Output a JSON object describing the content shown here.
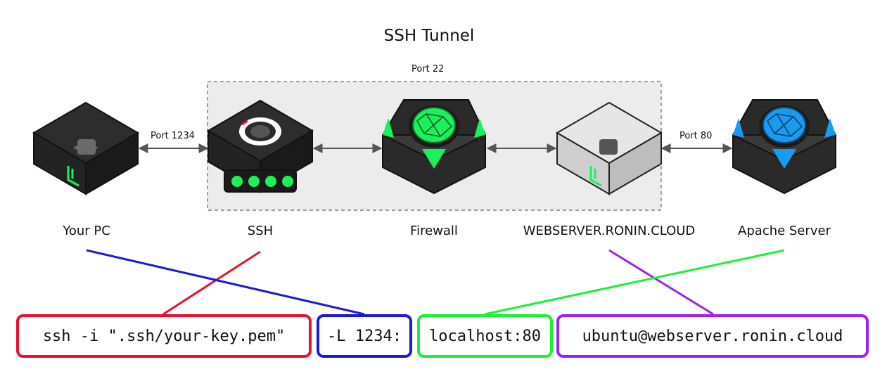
{
  "title": "SSH Tunnel",
  "ports": {
    "tunnel": "Port 22",
    "client": "Port 1234",
    "server": "Port 80"
  },
  "nodes": [
    {
      "label": "Your PC"
    },
    {
      "label": "SSH"
    },
    {
      "label": "Firewall"
    },
    {
      "label": "WEBSERVER.RONIN.CLOUD"
    },
    {
      "label": "Apache Server"
    }
  ],
  "command": {
    "ssh_part": "ssh -i \".ssh/your-key.pem\"",
    "local_part": "-L 1234:",
    "remote_part": "localhost:80",
    "host_part": "ubuntu@webserver.ronin.cloud"
  },
  "colors": {
    "ssh_part": "#e8112d",
    "local_part": "#1a1ad8",
    "remote_part": "#1cf035",
    "host_part": "#a020f0",
    "accent_green": "#1cf05a",
    "accent_blue": "#1a9bf0"
  },
  "icons": [
    "pc-cube-icon",
    "ssh-lock-icon",
    "firewall-globe-icon",
    "webserver-cube-icon",
    "apache-globe-icon"
  ]
}
